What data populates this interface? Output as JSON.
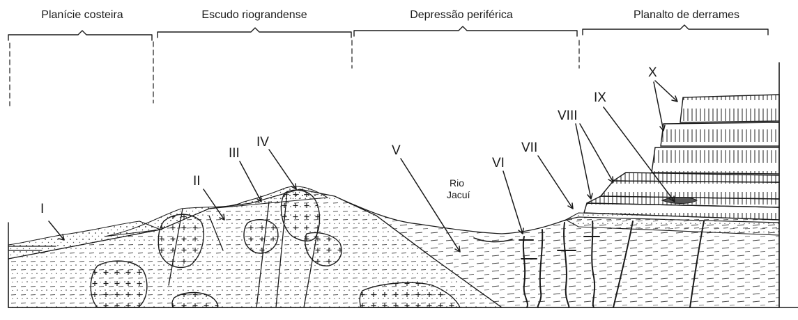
{
  "regions": [
    {
      "label": "Planície costeira"
    },
    {
      "label": "Escudo riograndense"
    },
    {
      "label": "Depressão periférica"
    },
    {
      "label": "Planalto de derrames"
    }
  ],
  "markers": [
    "I",
    "II",
    "III",
    "IV",
    "V",
    "VI",
    "VII",
    "VIII",
    "IX",
    "X"
  ],
  "river": {
    "line1": "Rio",
    "line2": "Jacuí"
  },
  "colors": {
    "ink": "#1a1a1a",
    "paper": "#ffffff",
    "sediment": "#f1f1ee",
    "granite": "#fafaf8"
  }
}
